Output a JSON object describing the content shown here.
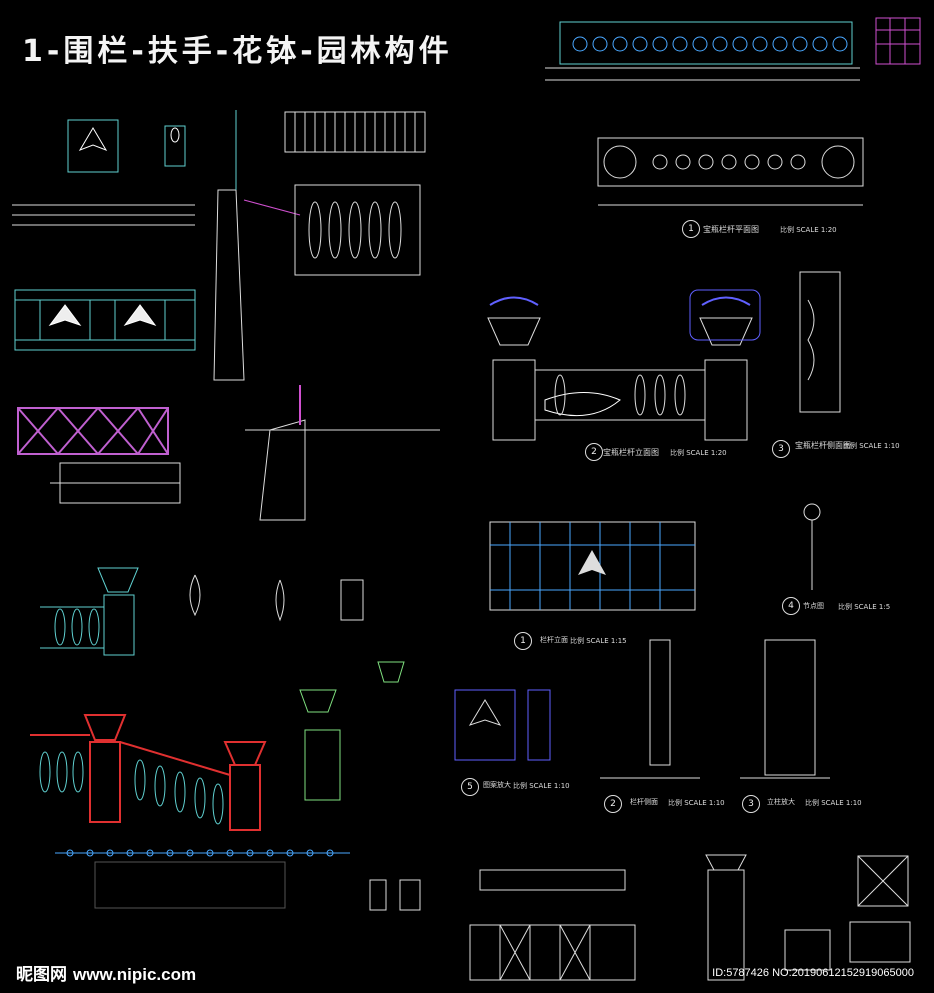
{
  "title": "1-围栏-扶手-花钵-园林构件",
  "labels": {
    "plan_title": "宝瓶栏杆平面图",
    "plan_scale": "比例 SCALE 1:20",
    "elev_title": "宝瓶栏杆立面图",
    "elev_scale": "比例 SCALE 1:20",
    "side_title": "宝瓶栏杆侧面图",
    "side_scale": "比例 SCALE 1:10",
    "rail_elev_title": "栏杆立面",
    "rail_elev_scale": "比例 SCALE 1:15",
    "node_title": "节点图",
    "node_scale": "比例 SCALE 1:5",
    "rail_section_title": "栏杆侧面",
    "rail_section_scale": "比例 SCALE 1:10",
    "post_detail_title": "立柱放大",
    "post_detail_scale": "比例 SCALE 1:10",
    "pattern_title": "图案放大",
    "pattern_scale": "比例 SCALE 1:10"
  },
  "markers": [
    "1",
    "2",
    "3",
    "4",
    "1",
    "2",
    "3",
    "5"
  ],
  "watermark": {
    "logo": "昵图网",
    "site": "www.nipic.com",
    "id": "ID:5787426 NO:20190612152919065000"
  }
}
